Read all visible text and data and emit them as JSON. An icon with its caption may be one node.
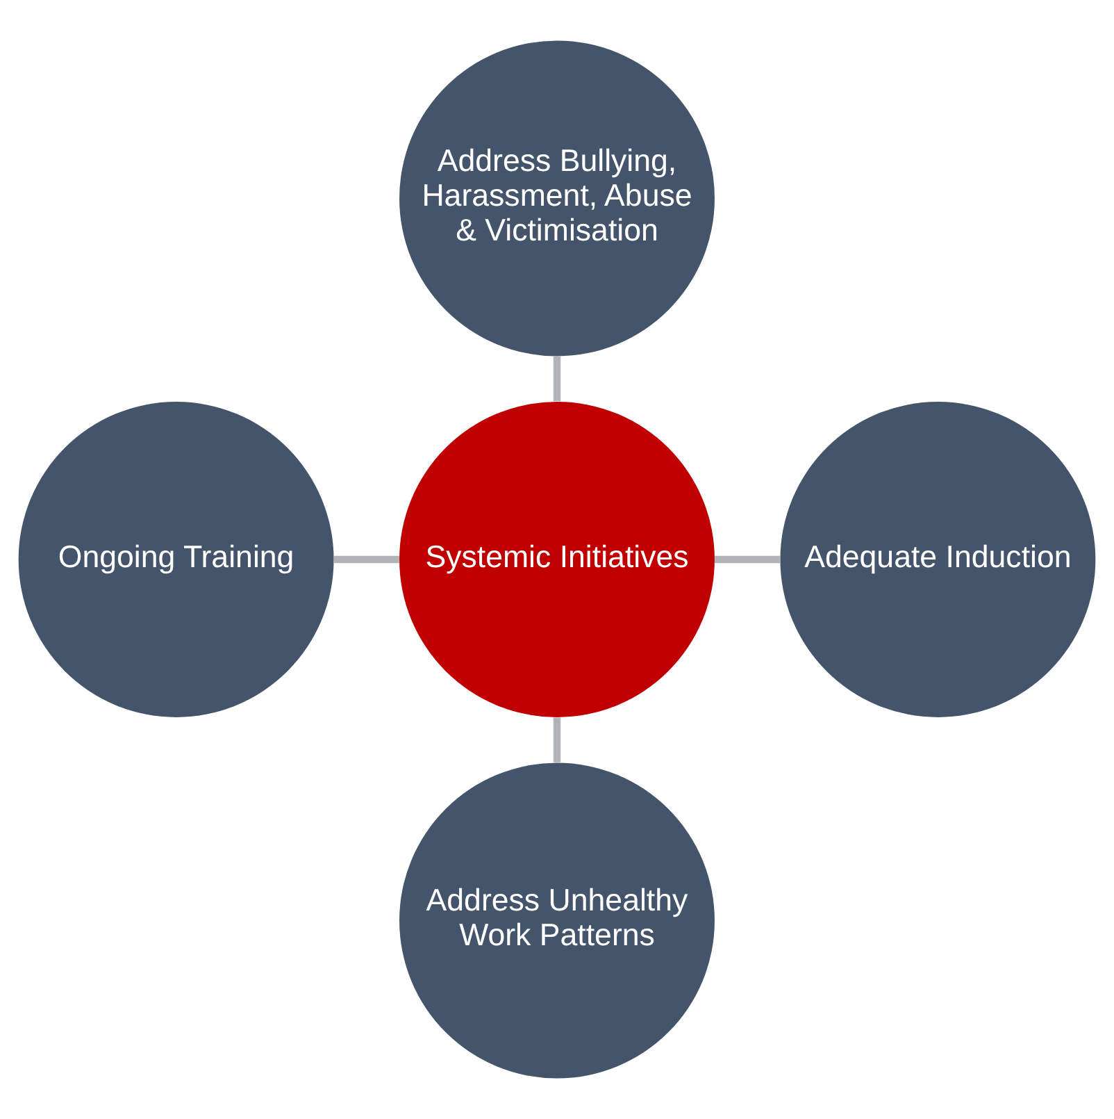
{
  "diagram": {
    "nodes": [
      {
        "text": [
          "Address Bullying, Harassment, Abuse & Victimisation"
        ]
      },
      {
        "text": [
          "Ongoing Training"
        ]
      },
      {
        "text": [
          "Systemic Initiatives"
        ]
      },
      {
        "text": [
          "Adequate Induction"
        ]
      },
      {
        "text": [
          "Address Unhealthy Work Patterns"
        ]
      }
    ],
    "edges": [
      {
        "from": 2,
        "to": 0,
        "arrow": "none"
      },
      {
        "from": 1,
        "to": 2,
        "arrow": "none"
      },
      {
        "from": 2,
        "to": 3,
        "arrow": "none"
      },
      {
        "from": 2,
        "to": 4,
        "arrow": "none"
      }
    ]
  }
}
